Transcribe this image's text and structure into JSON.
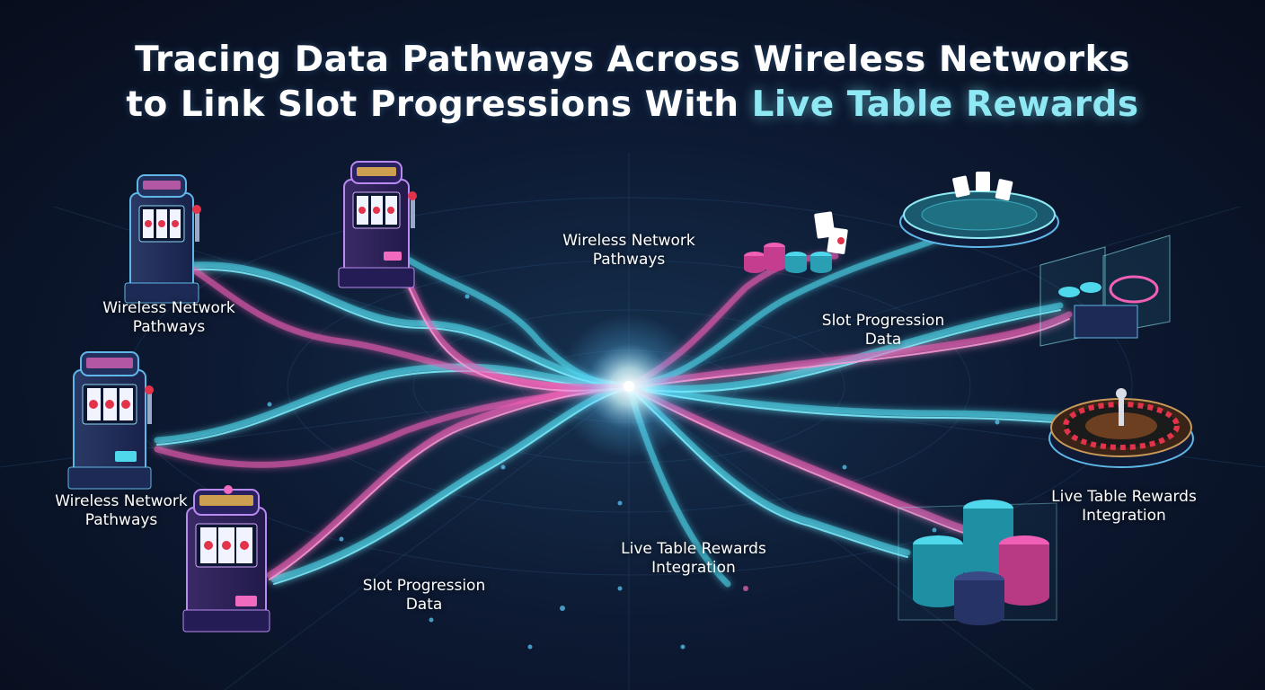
{
  "title": {
    "line1": "Tracing Data Pathways Across Wireless Networks",
    "line2_prefix": "to Link Slot Progressions With ",
    "line2_accent": "Live Table Rewards"
  },
  "labels": {
    "wireless_top_left": [
      "Wireless Network",
      "Pathways"
    ],
    "wireless_mid_left": [
      "Wireless Network",
      "Pathways"
    ],
    "wireless_top_center": [
      "Wireless Network",
      "Pathways"
    ],
    "slot_data_right": [
      "Slot Progression",
      "Data"
    ],
    "slot_data_bottom": [
      "Slot Progression",
      "Data"
    ],
    "rewards_center": [
      "Live Table Rewards",
      "Integration"
    ],
    "rewards_right": [
      "Live Table Rewards",
      "Integration"
    ]
  },
  "colors": {
    "background": "#0b1730",
    "cyan_stream": "#4fd8ec",
    "pink_stream": "#f05fb6",
    "accent_text": "#8fe9f4",
    "hub_glow": "#ffffff"
  },
  "icons": [
    "slot-machine-icon",
    "poker-table-icon",
    "playing-cards-icon",
    "chip-stack-icon",
    "roulette-wheel-icon",
    "holographic-screen-icon"
  ]
}
